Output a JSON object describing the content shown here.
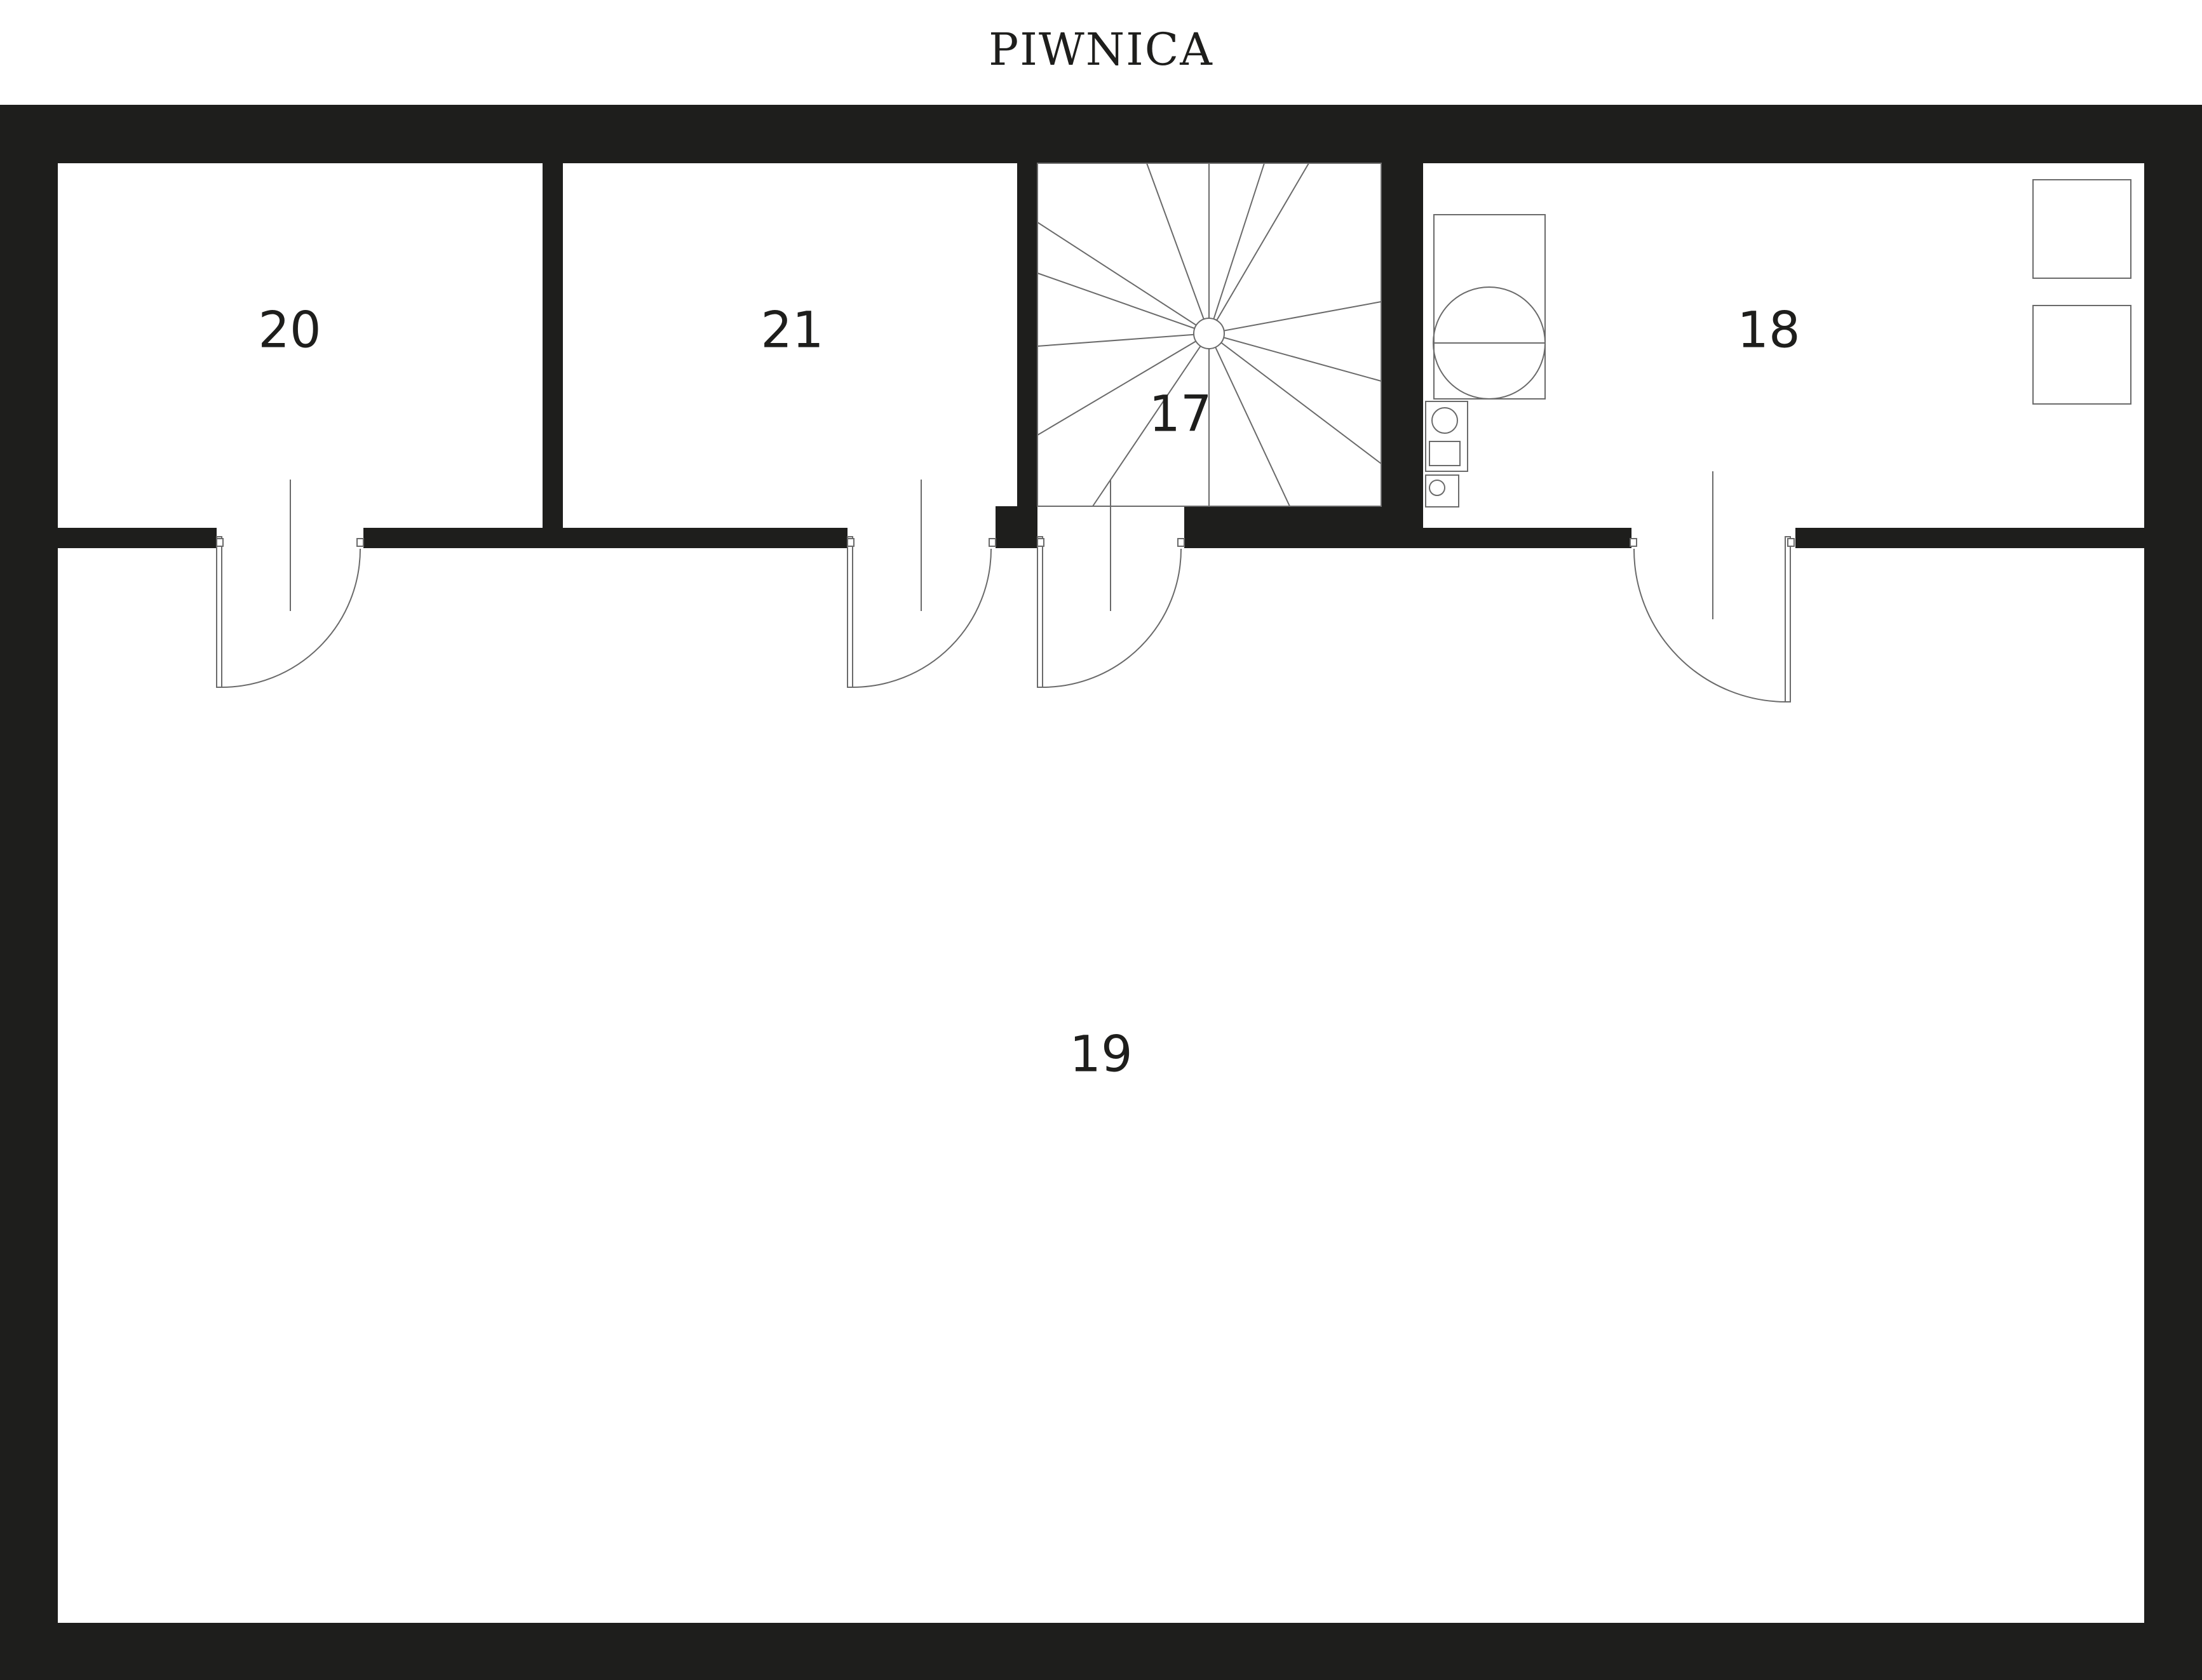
{
  "title": "PIWNICA",
  "rooms": [
    {
      "id": "20",
      "label": "20"
    },
    {
      "id": "21",
      "label": "21"
    },
    {
      "id": "17",
      "label": "17"
    },
    {
      "id": "18",
      "label": "18"
    },
    {
      "id": "19",
      "label": "19"
    }
  ],
  "colors": {
    "wall": "#1e1e1c",
    "background": "#ffffff",
    "fixture_line": "#6a6a6a"
  },
  "icons": [
    "spiral-staircase-icon",
    "boiler-icon",
    "water-tank-icon",
    "door-swing-icon"
  ]
}
